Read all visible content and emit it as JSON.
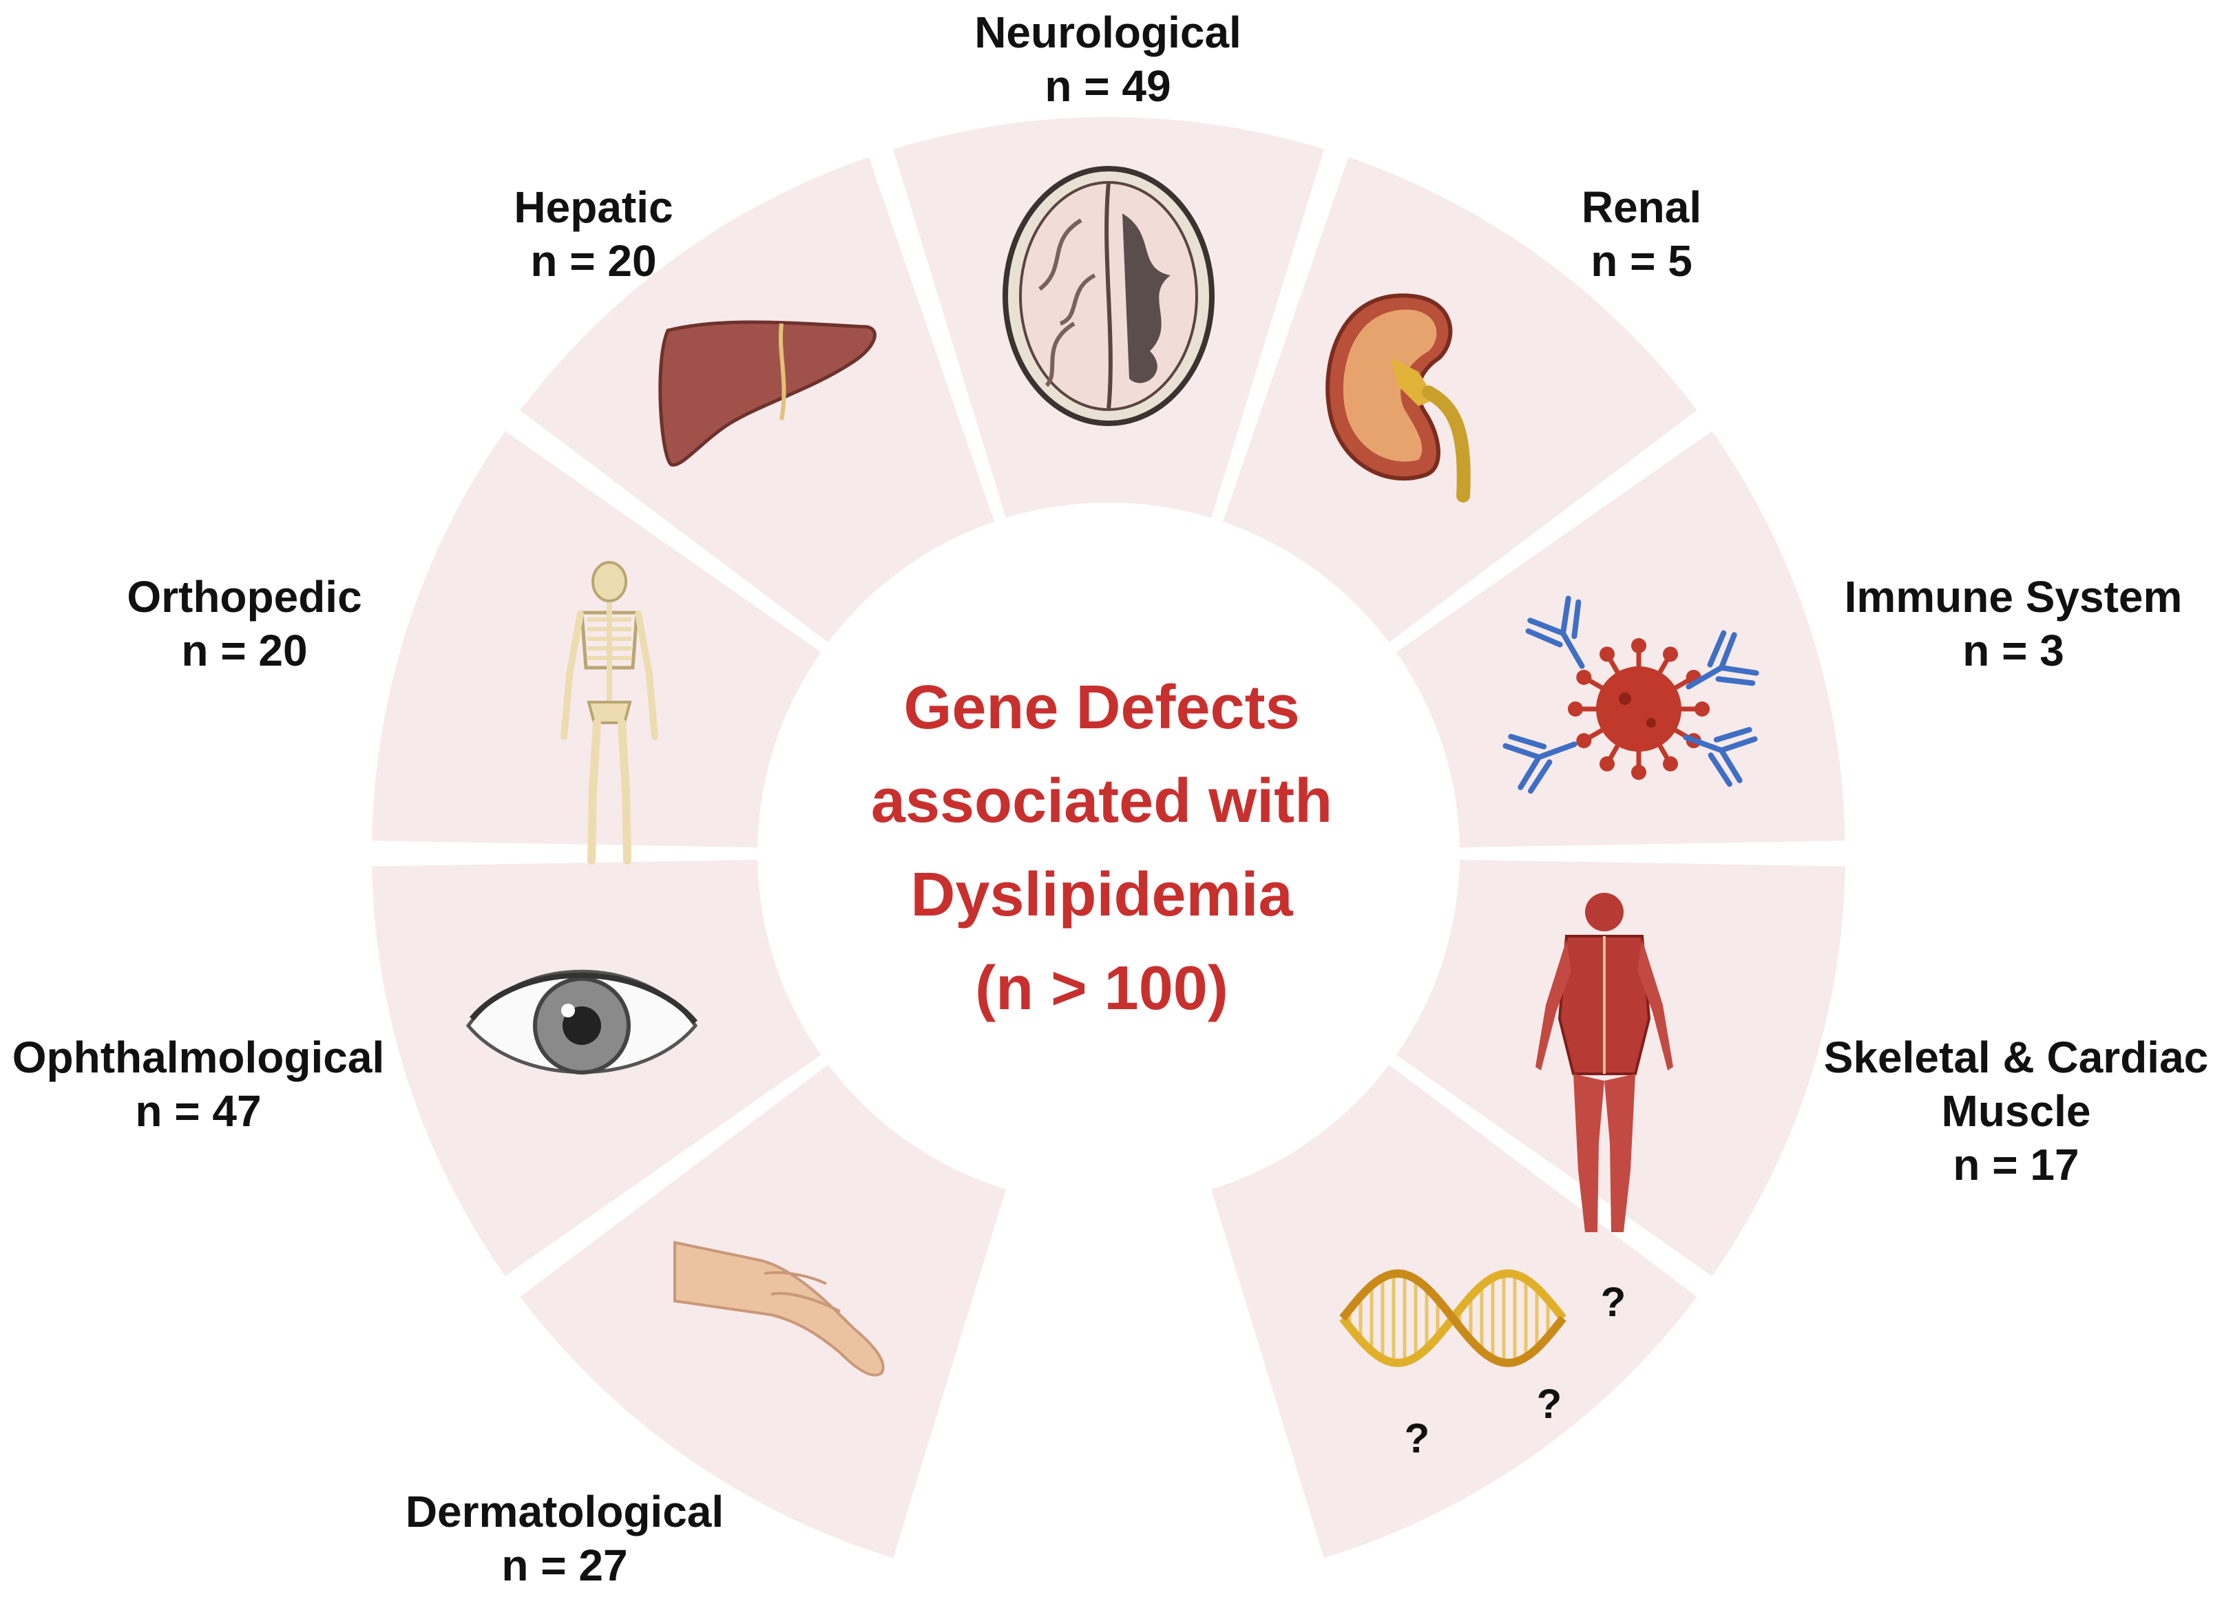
{
  "title_lines": [
    "Gene Defects",
    "associated with",
    "Dyslipidemia",
    "(n > 100)"
  ],
  "categories": [
    {
      "name_lines": [
        "Neurological"
      ],
      "count": "n = 49",
      "icon": "brain-icon"
    },
    {
      "name_lines": [
        "Renal"
      ],
      "count": "n = 5",
      "icon": "kidney-icon"
    },
    {
      "name_lines": [
        "Immune System"
      ],
      "count": "n = 3",
      "icon": "virus-antibody-icon"
    },
    {
      "name_lines": [
        "Skeletal & Cardiac",
        "Muscle"
      ],
      "count": "n = 17",
      "icon": "muscle-body-icon"
    },
    {
      "name_lines": [],
      "count": "",
      "icon": "dna-icon",
      "marks": [
        "?",
        "?",
        "?"
      ]
    },
    {
      "name_lines": [
        "Dermatological"
      ],
      "count": "n = 27",
      "icon": "hand-icon"
    },
    {
      "name_lines": [
        "Ophthalmological"
      ],
      "count": "n = 47",
      "icon": "eye-icon"
    },
    {
      "name_lines": [
        "Orthopedic"
      ],
      "count": "n = 20",
      "icon": "skeleton-icon"
    },
    {
      "name_lines": [
        "Hepatic"
      ],
      "count": "n = 20",
      "icon": "liver-icon"
    }
  ],
  "colors": {
    "segment_fill": "#f7eaea",
    "center_text": "#c8302e",
    "label_text": "#111111",
    "liver": "#a0524a",
    "bone": "#ecdcb0",
    "muscle": "#b83a34",
    "virus": "#c0392b",
    "antibody": "#3f6fc4",
    "dna": "#e0b02b"
  }
}
